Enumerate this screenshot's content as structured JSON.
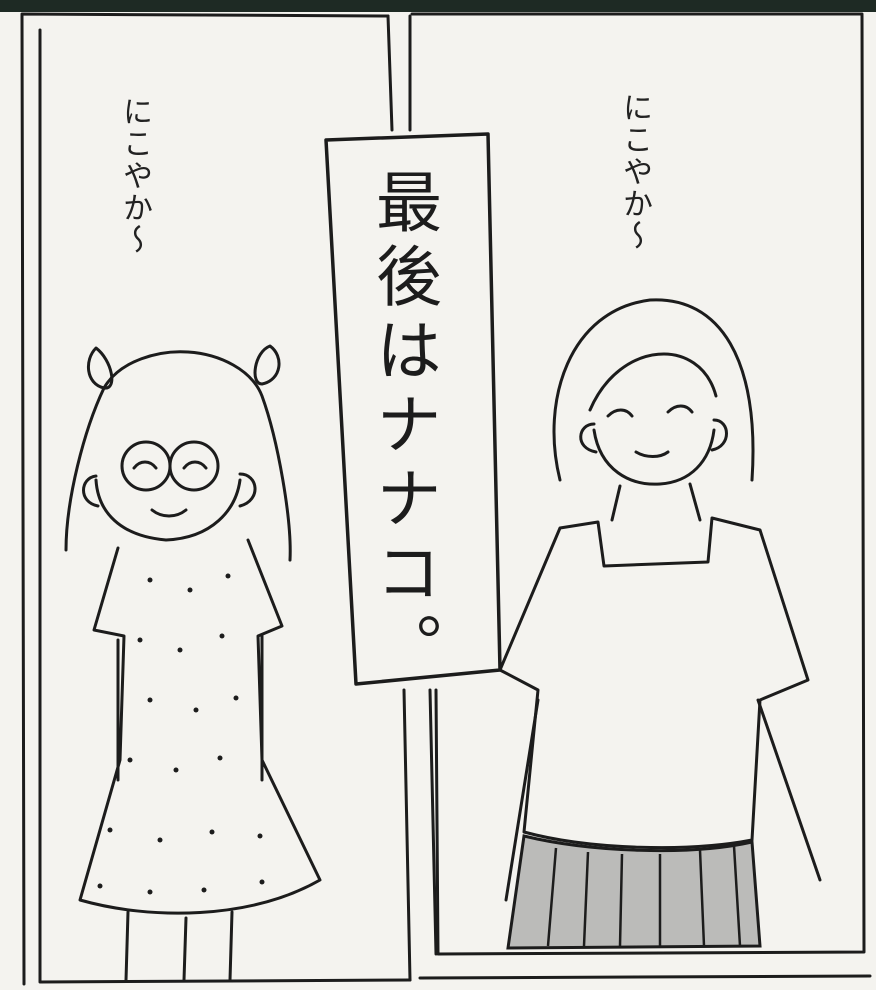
{
  "sound_effect_left": "にこやか〜",
  "sound_effect_right": "にこやか〜",
  "sign_text": "最後はナナコ。",
  "colors": {
    "paper": "#f4f3ef",
    "ink": "#1c1c1c",
    "top_bar": "#1e2a24",
    "skirt_tone": "#8c8c8c"
  }
}
